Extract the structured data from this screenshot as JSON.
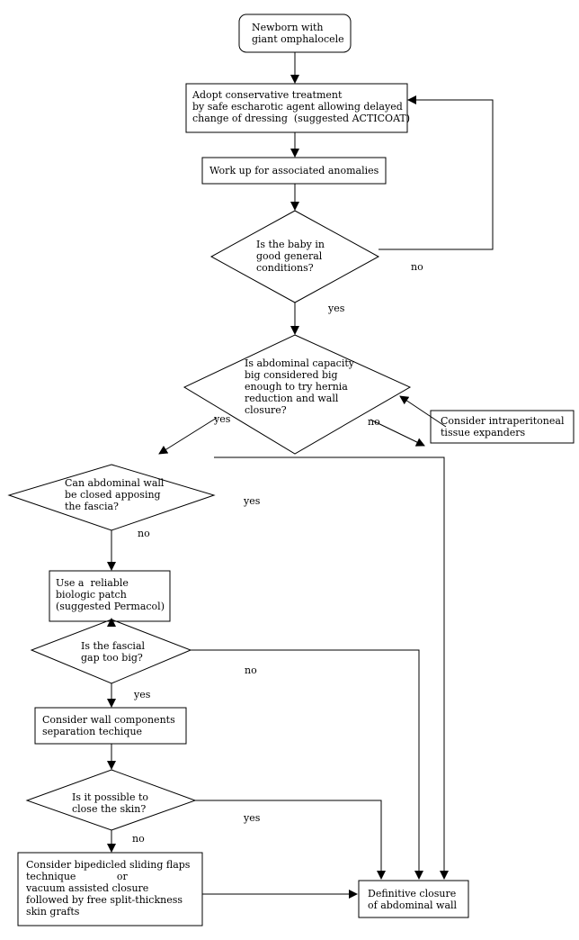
{
  "nodes": {
    "start": "Newborn with\ngiant omphalocele",
    "conservative": "Adopt conservative treatment\nby safe escharotic agent allowing delayed\nchange of dressing  (suggested ACTICOAT)",
    "workup": "Work up for associated anomalies",
    "good_condition": "Is the baby in\ngood general\nconditions?",
    "capacity": "Is abdominal capacity\nbig considered big\nenough to try hernia\nreduction and wall\nclosure?",
    "expanders": "Consider intraperitoneal\ntissue expanders",
    "fascia": "Can abdominal wall\nbe closed apposing\nthe fascia?",
    "patch": "Use a  reliable\nbiologic patch\n(suggested Permacol)",
    "gap": "Is the fascial\ngap too big?",
    "separation": "Consider wall components\nseparation techique",
    "skin": "Is it possible to\nclose the skin?",
    "flaps": "Consider bipedicled sliding flaps\ntechnique             or\nvacuum assisted closure\nfollowed by free split-thickness\nskin grafts",
    "definitive": "Definitive closure\nof abdominal wall"
  },
  "edge_labels": {
    "condition_no": "no",
    "condition_yes": "yes",
    "capacity_yes": "yes",
    "capacity_no": "no",
    "fascia_yes": "yes",
    "fascia_no": "no",
    "gap_no": "no",
    "gap_yes": "yes",
    "skin_yes": "yes",
    "skin_no": "no"
  }
}
